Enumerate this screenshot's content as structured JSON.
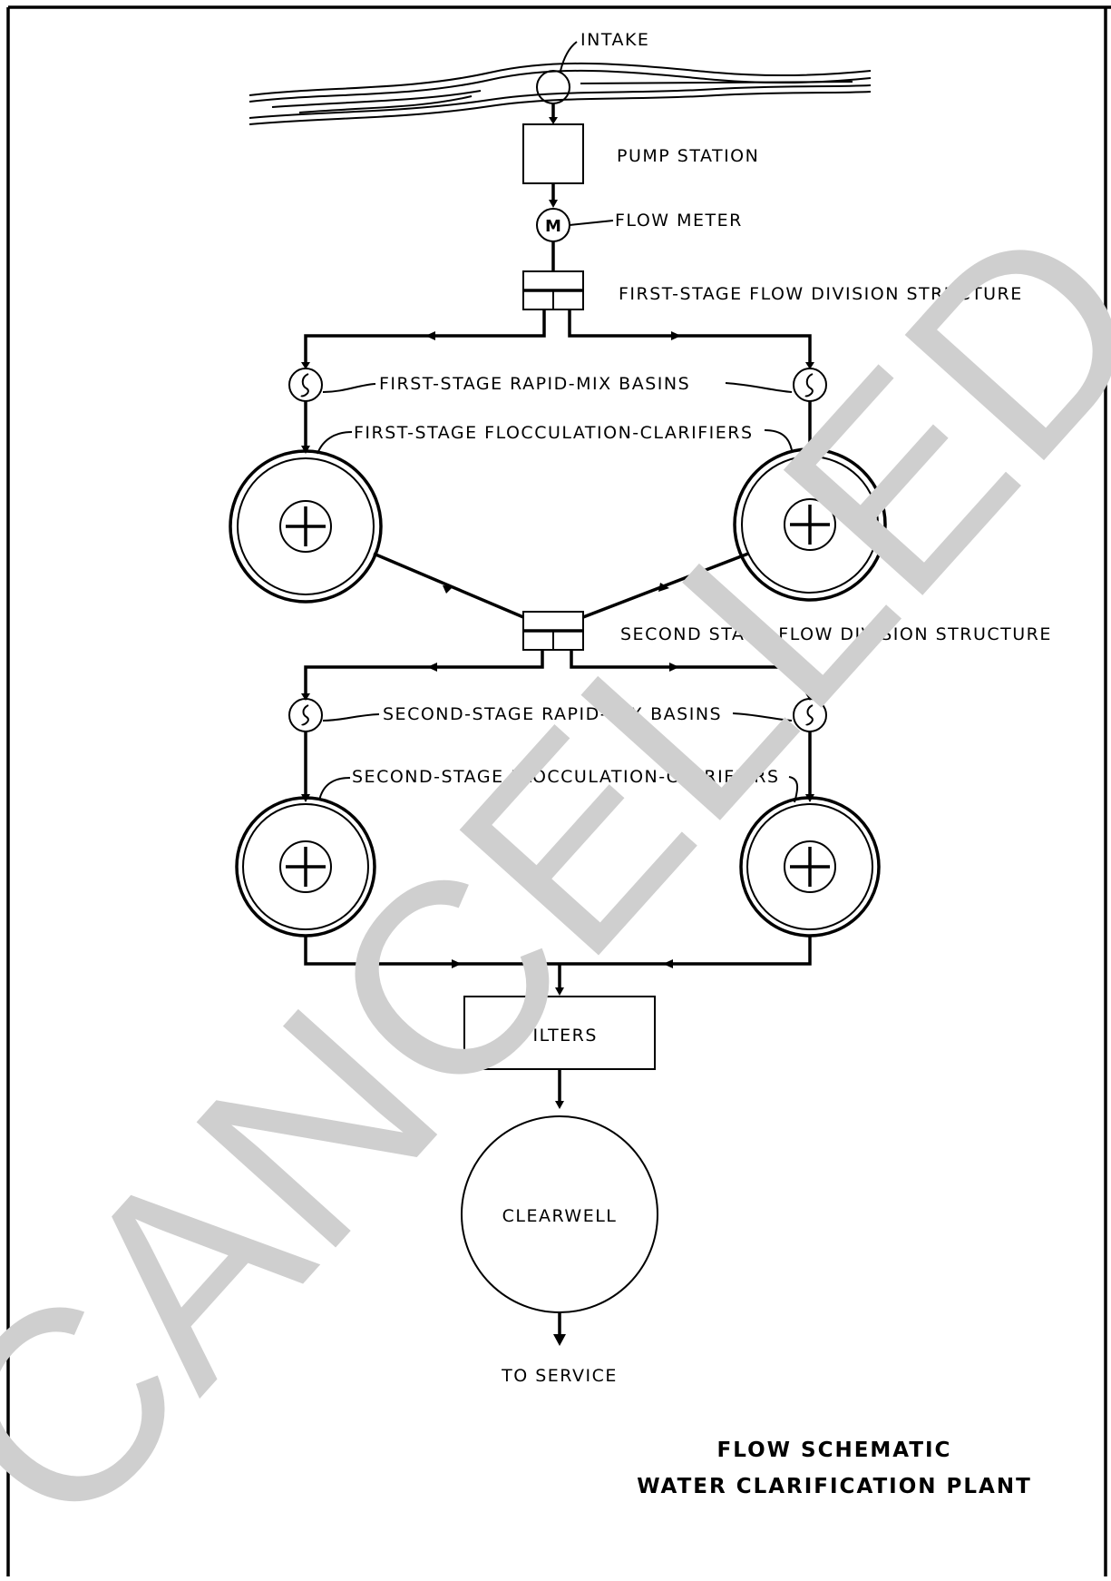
{
  "labels": {
    "intake": "INTAKE",
    "pump_station": "PUMP STATION",
    "flow_meter": "FLOW METER",
    "flow_meter_symbol": "M",
    "first_stage_division": "FIRST-STAGE FLOW DIVISION STRUCTURE",
    "first_stage_rapid_mix": "FIRST-STAGE RAPID-MIX BASINS",
    "first_stage_flocculation": "FIRST-STAGE FLOCCULATION-CLARIFIERS",
    "second_stage_division": "SECOND STAGE FLOW DIVISION STRUCTURE",
    "second_stage_rapid_mix": "SECOND-STAGE RAPID-MIX BASINS",
    "second_stage_flocculation": "SECOND-STAGE FLOCCULATION-CLARIFIERS",
    "filters": "FILTERS",
    "clearwell": "CLEARWELL",
    "to_service": "TO SERVICE"
  },
  "title": {
    "line1": "FLOW SCHEMATIC",
    "line2": "WATER CLARIFICATION PLANT"
  },
  "watermark": "CANCELLED",
  "colors": {
    "ink": "#000000",
    "watermark": "#cfcfcf",
    "paper": "#ffffff"
  }
}
